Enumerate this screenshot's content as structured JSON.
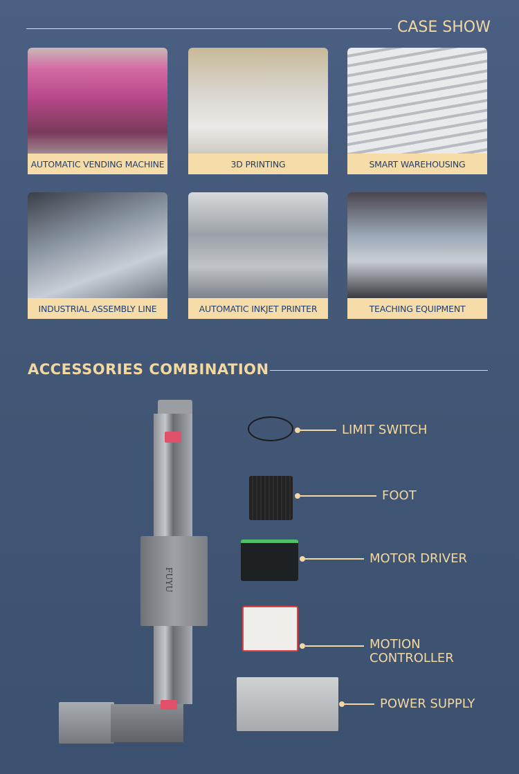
{
  "case_show": {
    "title": "CASE SHOW",
    "items": [
      {
        "label": "AUTOMATIC VENDING MACHINE"
      },
      {
        "label": "3D PRINTING"
      },
      {
        "label": "SMART WAREHOUSING"
      },
      {
        "label": "INDUSTRIAL ASSEMBLY LINE"
      },
      {
        "label": "AUTOMATIC INKJET PRINTER"
      },
      {
        "label": "TEACHING EQUIPMENT"
      }
    ]
  },
  "accessories": {
    "title": "ACCESSORIES COMBINATION",
    "logo": "FUYU",
    "items": [
      {
        "label": "LIMIT SWITCH"
      },
      {
        "label": "FOOT"
      },
      {
        "label": "MOTOR DRIVER"
      },
      {
        "label": "MOTION CONTROLLER"
      },
      {
        "label": "POWER SUPPLY"
      }
    ]
  },
  "colors": {
    "accent": "#f3d9a1",
    "label_bg": "#f6dca8",
    "label_text": "#1e3e74"
  }
}
